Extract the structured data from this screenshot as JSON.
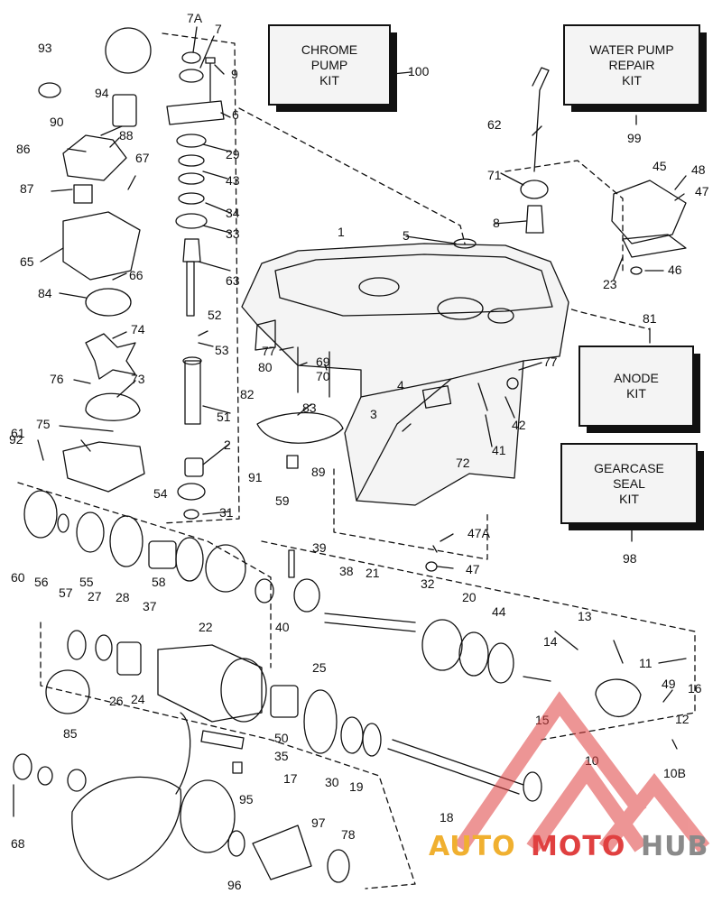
{
  "kits": [
    {
      "id": "chrome",
      "label": "CHROME\nPUMP\nKIT",
      "number": "100"
    },
    {
      "id": "water",
      "label": "WATER PUMP\nREPAIR\nKIT",
      "number": "99"
    },
    {
      "id": "anode",
      "label": "ANODE\nKIT",
      "number": "81"
    },
    {
      "id": "seal",
      "label": "GEARCASE\nSEAL\nKIT",
      "number": "98"
    }
  ],
  "part_numbers": [
    "7A",
    "7",
    "9",
    "6",
    "29",
    "43",
    "34",
    "33",
    "63",
    "52",
    "53",
    "51",
    "2",
    "31",
    "59",
    "54",
    "93",
    "94",
    "90",
    "88",
    "86",
    "67",
    "87",
    "65",
    "66",
    "84",
    "74",
    "76",
    "73",
    "75",
    "61",
    "92",
    "60",
    "56",
    "57",
    "55",
    "58",
    "39",
    "38",
    "21",
    "32",
    "20",
    "44",
    "13",
    "14",
    "11",
    "16",
    "49",
    "12",
    "10",
    "10B",
    "15",
    "28",
    "37",
    "22",
    "27",
    "26",
    "24",
    "25",
    "17",
    "30",
    "19",
    "50",
    "35",
    "40",
    "18",
    "85",
    "68",
    "95",
    "97",
    "78",
    "96",
    "1",
    "5",
    "62",
    "71",
    "8",
    "45",
    "48",
    "47",
    "46",
    "23",
    "77",
    "80",
    "82",
    "69",
    "70",
    "83",
    "89",
    "91",
    "4",
    "3",
    "72",
    "41",
    "42",
    "47A"
  ],
  "watermark": {
    "auto": "AUTO",
    "moto": "MOTO",
    "hub": "HUB"
  },
  "colors": {
    "ink": "#111111",
    "watermark_red": "#e04040",
    "watermark_gold": "#f0b030",
    "watermark_gray": "#8a8a8a"
  }
}
